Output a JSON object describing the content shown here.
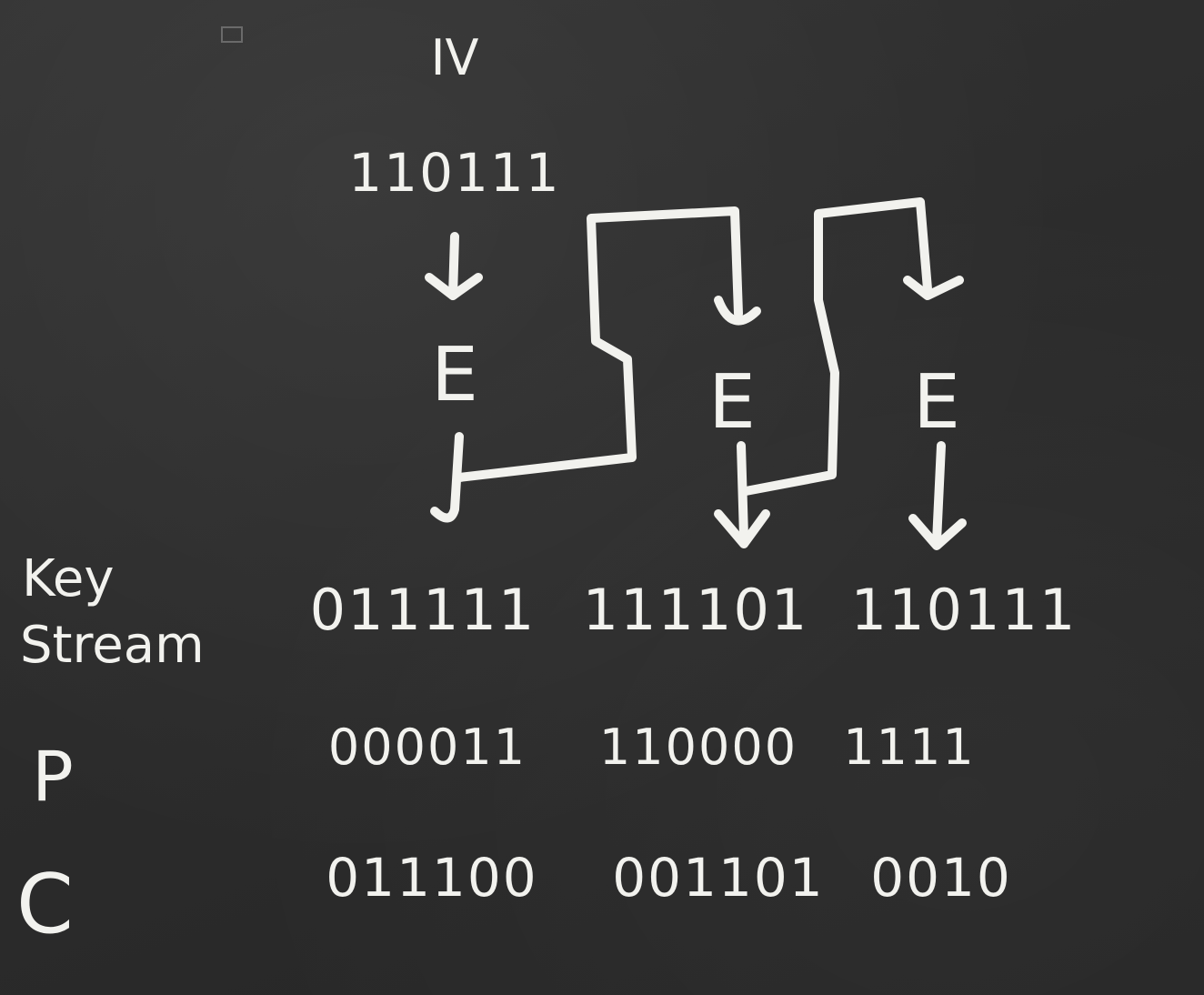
{
  "iv": {
    "label": "IV",
    "value": "110111"
  },
  "blocks": [
    {
      "label": "E"
    },
    {
      "label": "E"
    },
    {
      "label": "E"
    }
  ],
  "row_labels": {
    "key_stream_line1": "Key",
    "key_stream_line2": "Stream",
    "plaintext": "P",
    "ciphertext": "C"
  },
  "key_stream": [
    "011111",
    "111101",
    "110111"
  ],
  "plaintext": [
    "000011",
    "110000",
    "1111"
  ],
  "ciphertext": [
    "011100",
    "001101",
    "0010"
  ]
}
